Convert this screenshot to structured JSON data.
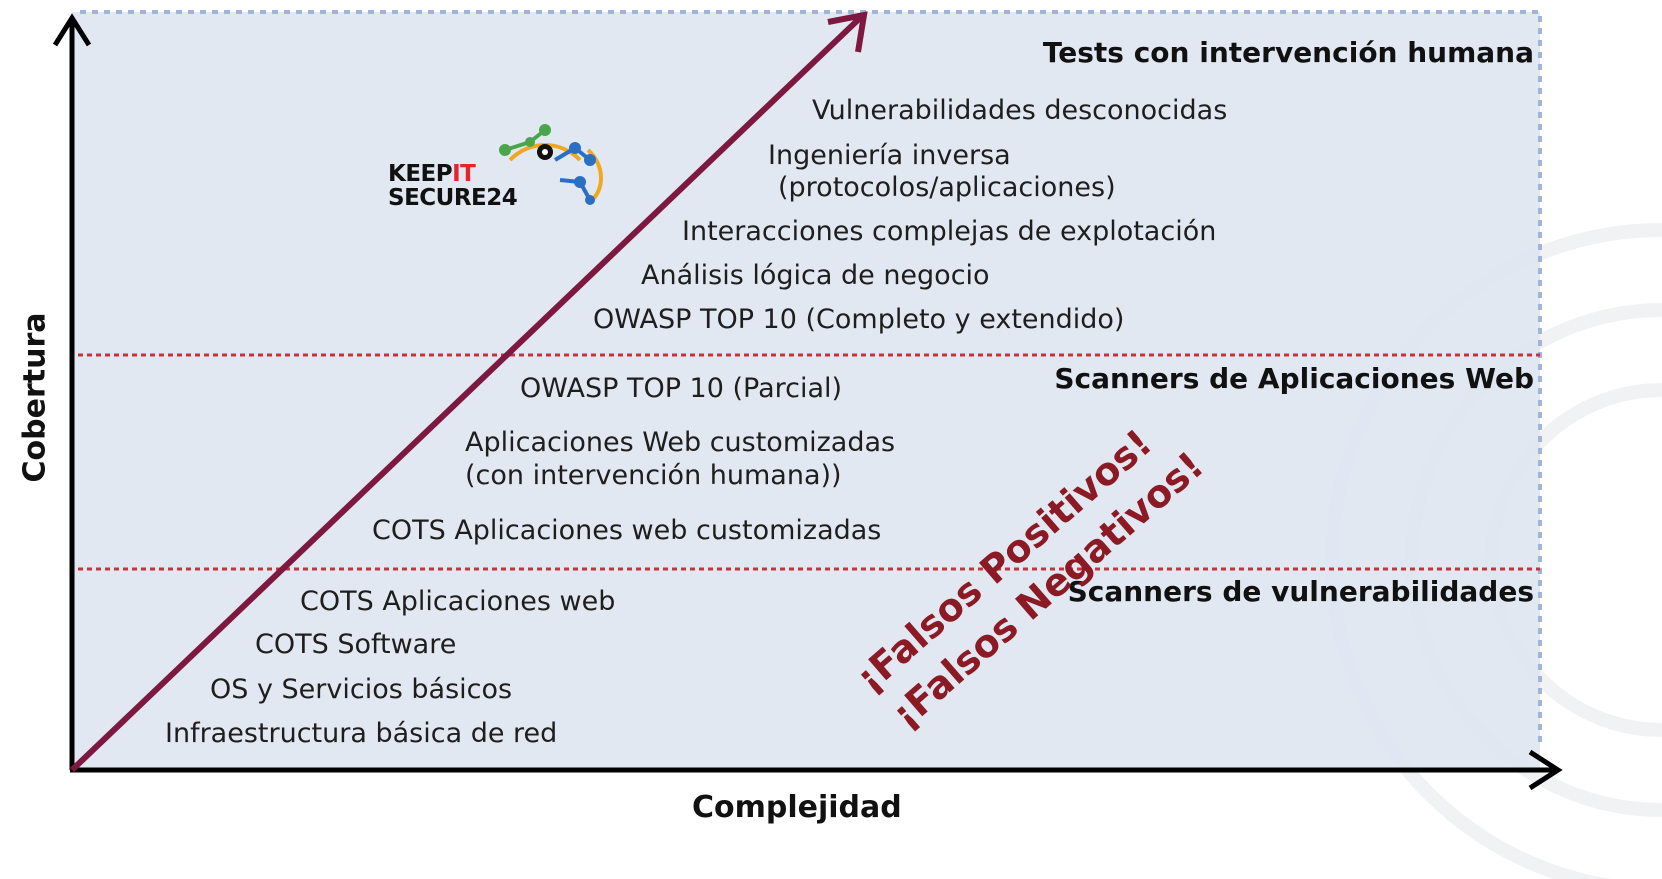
{
  "axes": {
    "x_label": "Complejidad",
    "y_label": "Cobertura"
  },
  "zones": {
    "top": "Tests con intervención humana",
    "middle": "Scanners de Aplicaciones Web",
    "bottom": "Scanners de vulnerabilidades"
  },
  "items": {
    "i1": "Vulnerabilidades desconocidas",
    "i2a": "Ingeniería inversa",
    "i2b": "(protocolos/aplicaciones)",
    "i3": "Interacciones complejas de explotación",
    "i4": "Análisis lógica de negocio",
    "i5": "OWASP TOP 10 (Completo y extendido)",
    "i6": "OWASP TOP 10 (Parcial)",
    "i7a": "Aplicaciones Web customizadas",
    "i7b": "(con intervención humana))",
    "i8": "COTS Aplicaciones web customizadas",
    "i9": "COTS Aplicaciones web",
    "i10": "COTS Software",
    "i11": "OS y Servicios básicos",
    "i12": "Infraestructura básica de red"
  },
  "warnings": {
    "false_positives": "¡Falsos Positivos!",
    "false_negatives": "¡Falsos Negativos!"
  },
  "logo": {
    "line1_a": "KEEP",
    "line1_b": "IT",
    "line2": "SECURE24"
  },
  "colors": {
    "panel": "#dfe6f1",
    "arrow": "#7d1840",
    "zone_line": "#c8323c",
    "warning_text": "#8c1a24",
    "border_dots": "#9fb6d9"
  }
}
